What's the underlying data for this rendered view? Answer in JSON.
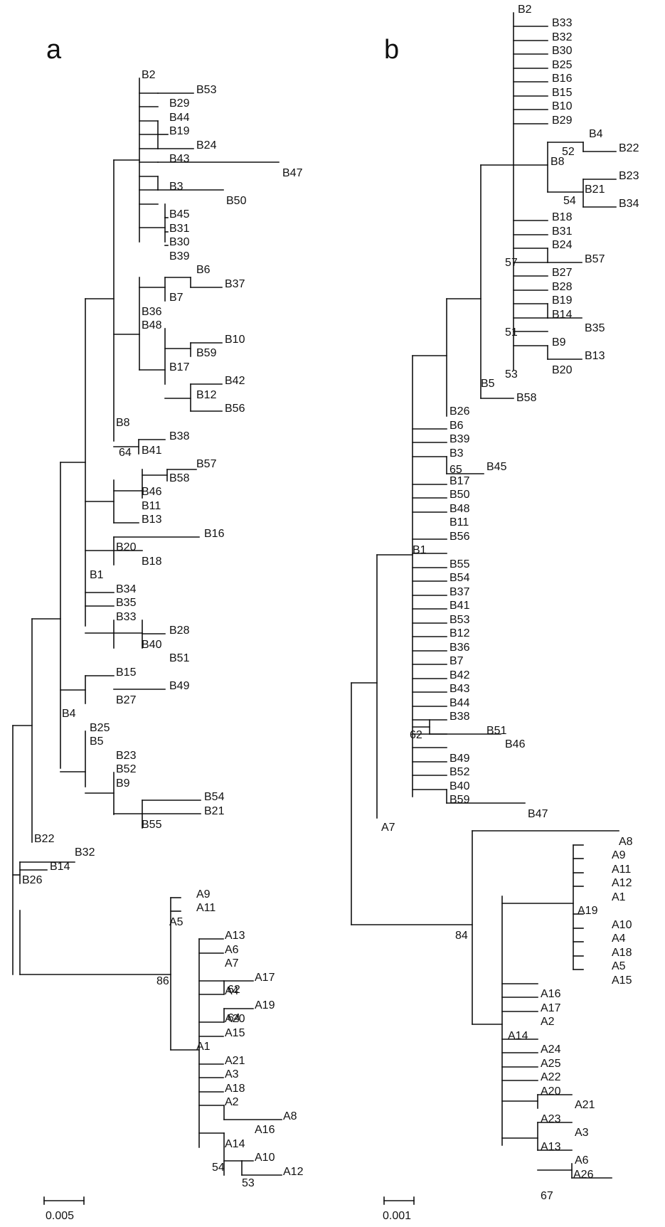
{
  "panels": [
    {
      "id": "a",
      "label": "a",
      "scale": "0.005",
      "tips": [
        "B2",
        "B53",
        "B29",
        "B44",
        "B19",
        "B24",
        "B43",
        "B47",
        "B3",
        "B50",
        "B45",
        "B31",
        "B30",
        "B39",
        "B6",
        "B37",
        "B7",
        "B36",
        "B48",
        "B10",
        "B59",
        "B17",
        "B42",
        "B12",
        "B56",
        "B8",
        "B38",
        "B41",
        "B57",
        "B58",
        "B46",
        "B11",
        "B13",
        "B16",
        "B20",
        "B18",
        "B1",
        "B34",
        "B35",
        "B33",
        "B28",
        "B40",
        "B51",
        "B15",
        "B49",
        "B27",
        "B4",
        "B25",
        "B5",
        "B23",
        "B52",
        "B9",
        "B54",
        "B21",
        "B55",
        "B22",
        "B32",
        "B14",
        "B26",
        "A9",
        "A11",
        "A5",
        "A13",
        "A6",
        "A7",
        "A17",
        "A4",
        "A19",
        "A20",
        "A15",
        "A1",
        "A21",
        "A3",
        "A18",
        "A2",
        "A8",
        "A16",
        "A14",
        "A10",
        "A12"
      ],
      "support": [
        "64",
        "62",
        "64",
        "86",
        "54",
        "53"
      ]
    },
    {
      "id": "b",
      "label": "b",
      "scale": "0.001",
      "tips": [
        "B2",
        "B33",
        "B32",
        "B30",
        "B25",
        "B16",
        "B15",
        "B10",
        "B29",
        "B4",
        "B22",
        "B8",
        "B23",
        "B21",
        "B34",
        "B18",
        "B31",
        "B24",
        "B57",
        "B27",
        "B28",
        "B19",
        "B14",
        "B35",
        "B9",
        "B13",
        "B20",
        "B5",
        "B58",
        "B26",
        "B6",
        "B39",
        "B3",
        "B45",
        "B17",
        "B50",
        "B48",
        "B11",
        "B56",
        "B1",
        "B55",
        "B54",
        "B37",
        "B41",
        "B53",
        "B12",
        "B36",
        "B7",
        "B42",
        "B43",
        "B44",
        "B38",
        "B51",
        "B46",
        "B49",
        "B52",
        "B40",
        "B59",
        "B47",
        "A7",
        "A8",
        "A9",
        "A11",
        "A12",
        "A1",
        "A19",
        "A10",
        "A4",
        "A18",
        "A5",
        "A15",
        "A16",
        "A17",
        "A2",
        "A14",
        "A24",
        "A25",
        "A22",
        "A20",
        "A21",
        "A23",
        "A3",
        "A13",
        "A6",
        "A26"
      ],
      "support": [
        "52",
        "54",
        "57",
        "51",
        "53",
        "65",
        "62",
        "84",
        "67"
      ]
    }
  ]
}
